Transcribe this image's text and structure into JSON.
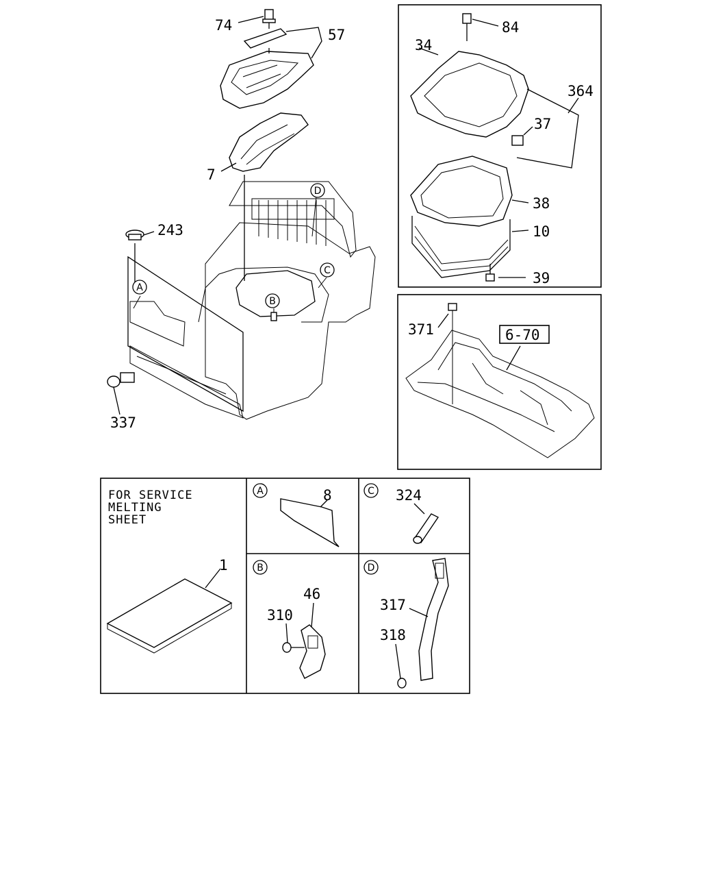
{
  "callouts": {
    "c74": "74",
    "c57": "57",
    "c7": "7",
    "c243": "243",
    "c337": "337",
    "c84": "84",
    "c34": "34",
    "c364": "364",
    "c37": "37",
    "c38": "38",
    "c10": "10",
    "c39": "39",
    "c371": "371",
    "c6_70": "6-70",
    "c1": "1",
    "c8": "8",
    "c324": "324",
    "c46": "46",
    "c310": "310",
    "c317": "317",
    "c318": "318"
  },
  "circle_letters": {
    "A": "A",
    "B": "B",
    "C": "C",
    "D": "D"
  },
  "service_note": {
    "line1": "FOR SERVICE",
    "line2": "MELTING",
    "line3": "SHEET"
  }
}
